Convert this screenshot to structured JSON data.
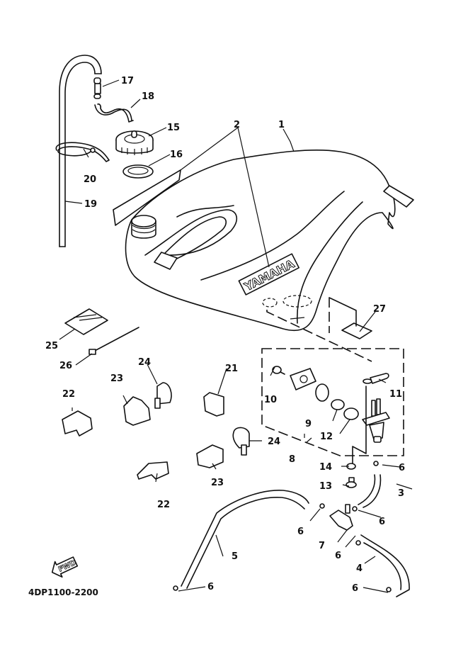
{
  "diagram": {
    "title": "Fuel tank parts diagram",
    "code": "4DP1100-2200",
    "brand_logo": "YAMAHA",
    "direction_badge": "FWD",
    "callouts": {
      "c1": "1",
      "c2": "2",
      "c3": "3",
      "c4": "4",
      "c5": "5",
      "c6a": "6",
      "c6b": "6",
      "c6c": "6",
      "c6d": "6",
      "c6e": "6",
      "c6f": "6",
      "c7": "7",
      "c8": "8",
      "c9": "9",
      "c10": "10",
      "c11": "11",
      "c12": "12",
      "c13": "13",
      "c14": "14",
      "c15": "15",
      "c16": "16",
      "c17": "17",
      "c18": "18",
      "c19": "19",
      "c20": "20",
      "c21": "21",
      "c22a": "22",
      "c22b": "22",
      "c23a": "23",
      "c23b": "23",
      "c24a": "24",
      "c24b": "24",
      "c25": "25",
      "c26": "26",
      "c27": "27"
    }
  }
}
